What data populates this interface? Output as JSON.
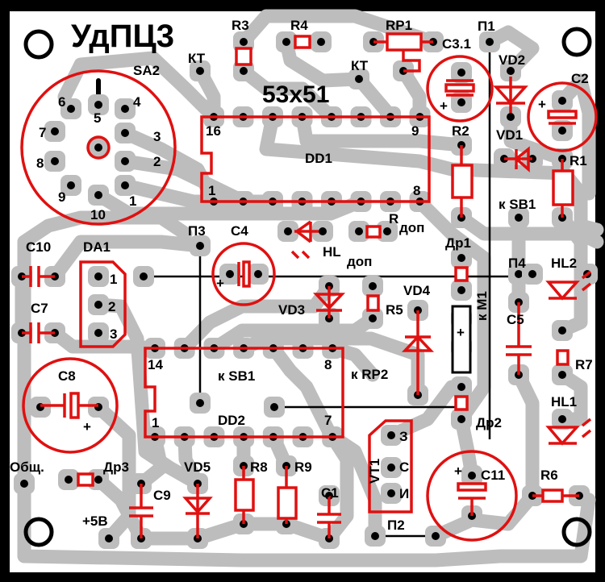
{
  "board": {
    "title": "УдПЦ3",
    "size": "53x51",
    "colors": {
      "component": "#e01010",
      "trace": "#bdbdbd",
      "pad": "#000000",
      "frame": "#000000"
    }
  },
  "labels": {
    "sa2": "SA2",
    "kt1": "КТ",
    "kt2": "КТ",
    "r3": "R3",
    "r4": "R4",
    "rp1": "RP1",
    "c3_1": "С3.1",
    "p1": "П1",
    "vd2": "VD2",
    "c2": "С2",
    "dd1": "DD1",
    "dd1_16": "16",
    "dd1_9": "9",
    "dd1_1": "1",
    "dd1_8": "8",
    "r2": "R2",
    "vd1": "VD1",
    "r1": "R1",
    "k_sb1_top": "к SB1",
    "p3": "П3",
    "c4": "С4",
    "hl": "HL",
    "hl_sub": "доп",
    "r_dop": "R",
    "r_dop_sub": "доп",
    "dr1": "Др1",
    "p4": "П4",
    "hl2": "HL2",
    "c10": "С10",
    "da1": "DA1",
    "da1_1": "1",
    "da1_2": "2",
    "da1_3": "3",
    "c7": "С7",
    "vd3": "VD3",
    "r5": "R5",
    "vd4": "VD4",
    "k_m1": "к М1",
    "c5": "С5",
    "r7": "R7",
    "c8": "С8",
    "dd2": "DD2",
    "dd2_14": "14",
    "dd2_8": "8",
    "dd2_1": "1",
    "dd2_7": "7",
    "k_sb1_mid": "к SB1",
    "k_rp2": "к RP2",
    "dr2": "Др2",
    "hl1": "HL1",
    "vt1": "VT1",
    "vt1_z": "З",
    "vt1_s": "С",
    "vt1_i": "И",
    "c11": "С11",
    "r6": "R6",
    "common": "Общ.",
    "dr3": "Др3",
    "vd5": "VD5",
    "r8": "R8",
    "r9": "R9",
    "c9": "С9",
    "c1": "С1",
    "plus5v": "+5В",
    "p2": "П2",
    "plus": "+"
  },
  "sa2_pins": [
    "6",
    "5",
    "4",
    "7",
    "3",
    "8",
    "2",
    "9",
    "1",
    "10"
  ]
}
